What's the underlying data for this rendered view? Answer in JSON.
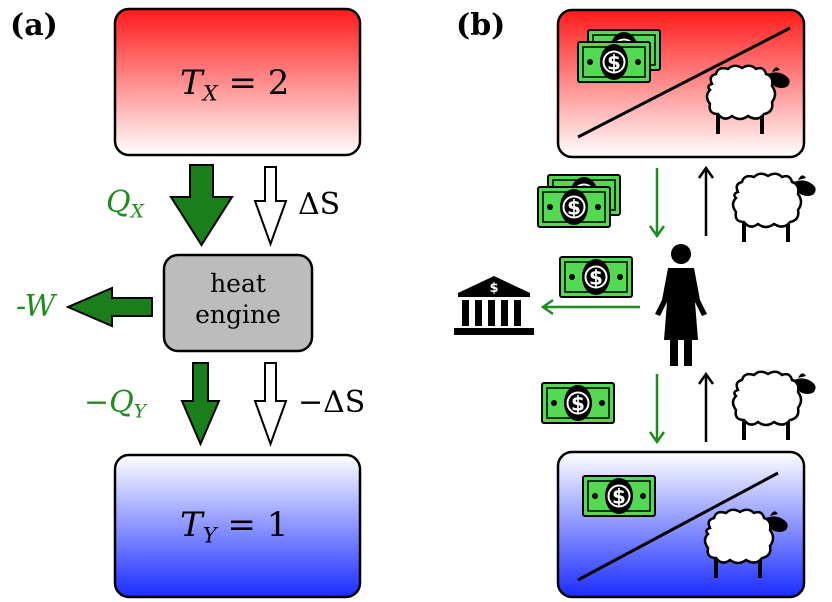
{
  "panels": {
    "a": "(a)",
    "b": "(b)"
  },
  "reservoirs": {
    "hot": {
      "symbol": "T",
      "subscript": "X",
      "equals": " = 2"
    },
    "cold": {
      "symbol": "T",
      "subscript": "Y",
      "equals": " = 1"
    }
  },
  "engine": {
    "line1": "heat",
    "line2": "engine"
  },
  "flows": {
    "heat_in": {
      "symbol": "Q",
      "subscript": "X"
    },
    "entropy_in": "ΔS",
    "work": "-W",
    "heat_out": {
      "prefix": "−Q",
      "subscript": "Y"
    },
    "entropy_out": "−ΔS"
  },
  "icons": {
    "bank": "bank-icon",
    "person": "person-icon",
    "money": "dollar-bill-icon",
    "sheep": "sheep-icon"
  },
  "colors": {
    "hot": "#ff2020",
    "cold": "#1e3cff",
    "green": "#1e8c1e",
    "engine": "#bcbcbc",
    "money": "#4ed34e"
  }
}
